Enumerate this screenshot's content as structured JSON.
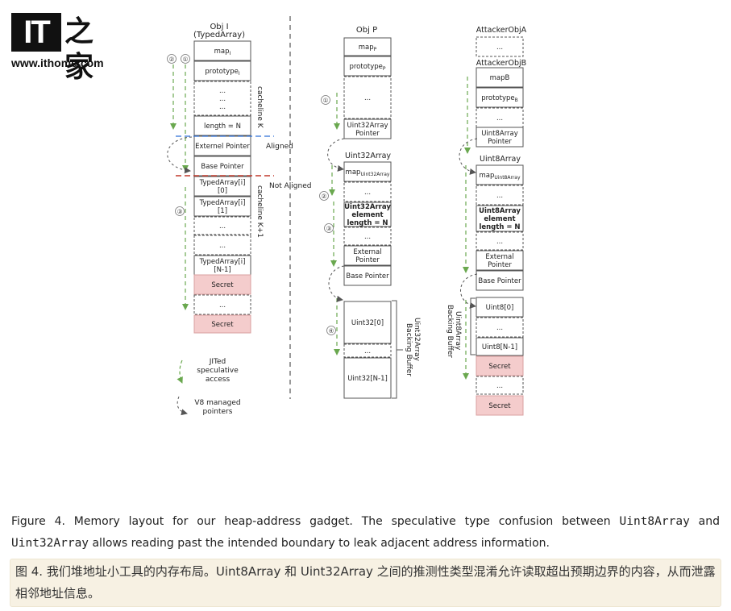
{
  "logo": {
    "mark": "IT",
    "chars": "之家",
    "url": "www.ithome.com"
  },
  "legend": {
    "jit_label": [
      "JITed",
      "speculative",
      "access"
    ],
    "v8_label": [
      "V8 managed",
      "pointers"
    ]
  },
  "columns": {
    "obj_i": {
      "title": [
        "Obj I",
        "(TypedArray)"
      ],
      "cells": [
        {
          "main": "map",
          "sub": "I"
        },
        {
          "main": "prototype",
          "sub": "I"
        },
        {
          "lines": [
            "...",
            "...",
            "..."
          ]
        },
        {
          "lines": [
            "length = N"
          ]
        },
        {
          "lines": [
            "Externel Pointer"
          ]
        },
        {
          "lines": [
            "Base Pointer"
          ]
        },
        {
          "lines": [
            "TypedArray[i]",
            "[0]"
          ]
        },
        {
          "lines": [
            "TypedArray[i]",
            "[1]"
          ]
        },
        {
          "lines": [
            "..."
          ]
        },
        {
          "lines": [
            "..."
          ]
        },
        {
          "lines": [
            "TypedArray[i]",
            "[N-1]"
          ]
        },
        {
          "lines": [
            "Secret"
          ]
        },
        {
          "lines": [
            "..."
          ]
        },
        {
          "lines": [
            "Secret"
          ]
        }
      ],
      "annotations": {
        "cacheline_k": "cacheline K",
        "cacheline_k1": "cacheline K+1",
        "aligned": "Aligned",
        "not_aligned": "Not Aligned"
      },
      "steps": [
        "②",
        "①",
        "③"
      ]
    },
    "obj_p": {
      "title": "Obj P",
      "section_label": "Uint32Array",
      "buffer_label": [
        "Uint32Array",
        "Backing Buffer"
      ],
      "cells": [
        {
          "main": "map",
          "sub": "P"
        },
        {
          "main": "prototype",
          "sub": "P"
        },
        {
          "lines": [
            "..."
          ]
        },
        {
          "lines": [
            "Uint32Array",
            "Pointer"
          ]
        },
        {
          "main": "map",
          "sub": "Uint32Array"
        },
        {
          "lines": [
            "..."
          ]
        },
        {
          "lines": [
            "Uint32Array",
            "element",
            "length = N"
          ],
          "bold": true
        },
        {
          "lines": [
            "..."
          ]
        },
        {
          "lines": [
            "External",
            "Pointer"
          ]
        },
        {
          "lines": [
            "Base Pointer"
          ]
        },
        {
          "lines": [
            "Uint32[0]"
          ]
        },
        {
          "lines": [
            "..."
          ]
        },
        {
          "lines": [
            "Uint32[N-1]"
          ]
        }
      ],
      "steps": [
        "①",
        "②",
        "③",
        "④"
      ]
    },
    "attacker": {
      "title_a": "AttackerObjA",
      "title_b": "AttackerObjB",
      "section_label": "Uint8Array",
      "buffer_label": [
        "Uint8Array",
        "Backing Buffer"
      ],
      "cells": [
        {
          "lines": [
            "..."
          ]
        },
        {
          "lines": [
            "mapB"
          ]
        },
        {
          "main": "prototype",
          "sub": "B"
        },
        {
          "lines": [
            "..."
          ]
        },
        {
          "lines": [
            "Uint8Array",
            "Pointer"
          ]
        },
        {
          "main": "map",
          "sub": "Uint8Array"
        },
        {
          "lines": [
            "..."
          ]
        },
        {
          "lines": [
            "Uint8Array",
            "element",
            "length = N"
          ],
          "bold": true
        },
        {
          "lines": [
            "..."
          ]
        },
        {
          "lines": [
            "External",
            "Pointer"
          ]
        },
        {
          "lines": [
            "Base Pointer"
          ]
        },
        {
          "lines": [
            "Uint8[0]"
          ]
        },
        {
          "lines": [
            "..."
          ]
        },
        {
          "lines": [
            "Uint8[N-1]"
          ]
        },
        {
          "lines": [
            "Secret"
          ]
        },
        {
          "lines": [
            "..."
          ]
        },
        {
          "lines": [
            "Secret"
          ]
        }
      ]
    }
  },
  "colors": {
    "box_border": "#555555",
    "secret_fill": "#f4cccc",
    "secret_border": "#d9a0a0",
    "jit_arrow": "#6aa84f",
    "aligned_line": "#2f6fd6",
    "not_aligned_line": "#c0392b",
    "caption_highlight": "#f7f1e3"
  },
  "caption": {
    "prefix": "Figure 4. Memory layout for our heap-address gadget. The speculative type confusion between ",
    "code1": "Uint8Array",
    "mid": " and ",
    "code2": "Uint32Array",
    "suffix": " allows reading past the intended boundary to leak adjacent address information."
  },
  "translation": "图 4. 我们堆地址小工具的内存布局。Uint8Array 和 Uint32Array 之间的推测性类型混淆允许读取超出预期边界的内容，从而泄露相邻地址信息。"
}
